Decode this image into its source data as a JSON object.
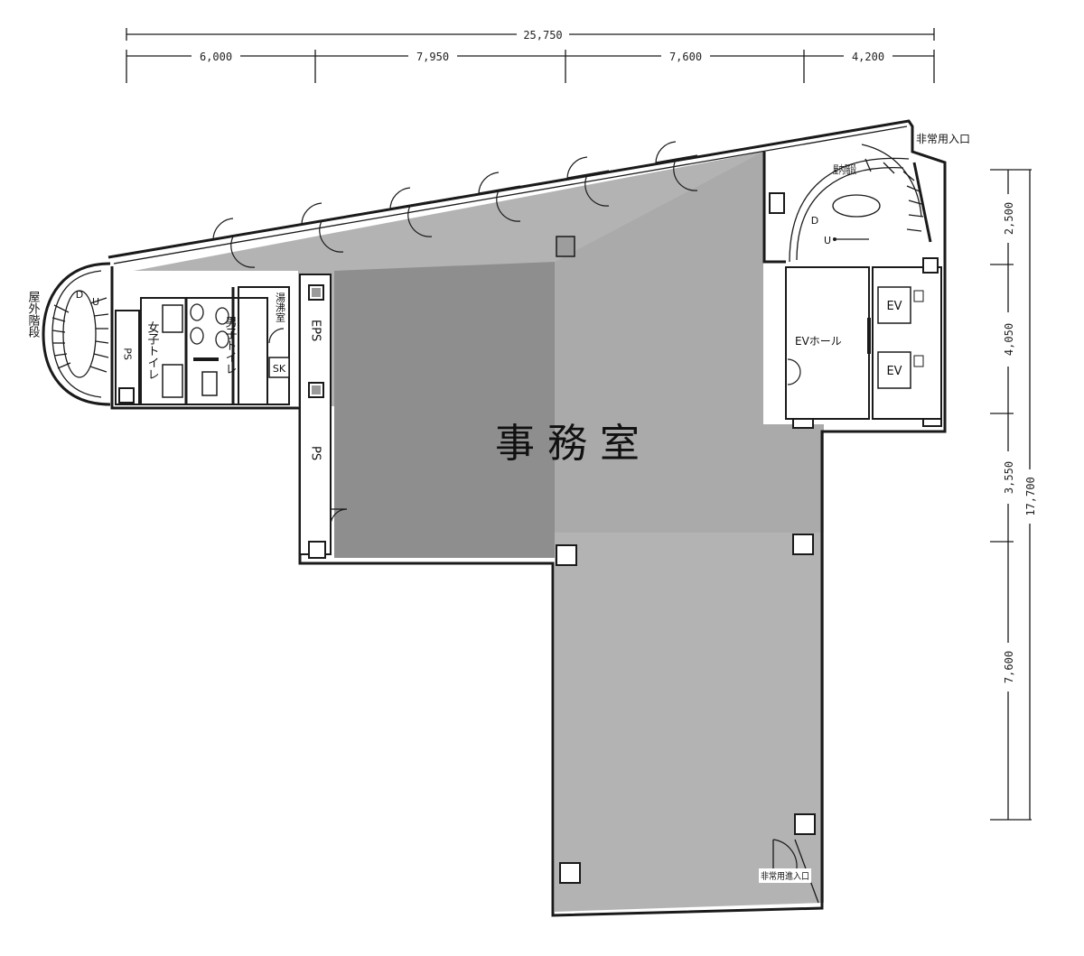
{
  "dimensions": {
    "top_total": "25,750",
    "top_segments": [
      "6,000",
      "7,950",
      "7,600",
      "4,200"
    ],
    "right_segments": [
      "2,500",
      "4,050",
      "3,550",
      "7,600"
    ],
    "right_total": "17,700"
  },
  "rooms": {
    "office": "事 務 室",
    "eps": "EPS",
    "ps_left": "PS",
    "ps_main": "PS",
    "womens_wc": "女子トイレ",
    "mens_wc": "男子トイレ",
    "kitchenette": "湯沸室",
    "sk": "SK",
    "ev_hall": "EVホール",
    "ev1": "EV",
    "ev2": "EV",
    "outdoor_stair": "屋外階段",
    "indoor_stair": "屋内階段",
    "emergency_entrance_top": "非常用入口",
    "emergency_entrance_bottom": "非常用進入口"
  },
  "stair_marks": {
    "left_down": "D",
    "left_up": "U",
    "right_down": "D",
    "right_up": "U"
  },
  "colors": {
    "office_fill": "#b3b3b3",
    "office_dark_fill": "#8e8e8e",
    "wall": "#1a1a1a"
  }
}
